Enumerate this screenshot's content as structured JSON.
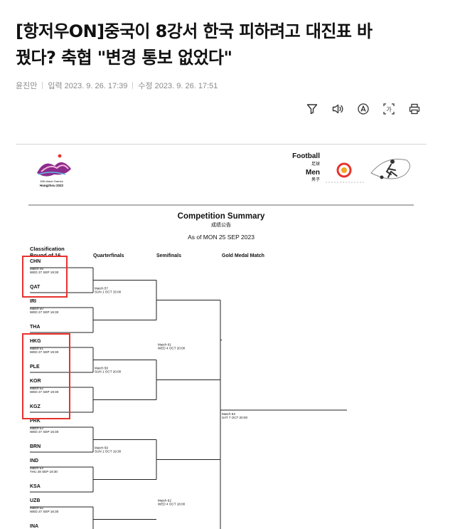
{
  "article": {
    "headline_line1": "[항저우ON]중국이 8강서 한국 피하려고 대진표 바",
    "headline_line2": "꿨다? 축협 \"변경 통보 없었다\"",
    "author": "윤진만",
    "published": "입력 2023. 9. 26. 17:39",
    "modified": "수정 2023. 9. 26. 17:51"
  },
  "toolbar": {
    "icons": [
      "filter-icon",
      "speaker-icon",
      "font-size-icon",
      "translate-icon",
      "print-icon"
    ],
    "translate_glyph": "가"
  },
  "document": {
    "games_logo_line1": "19th Asian Games",
    "games_logo_line2": "Hangzhou 2022",
    "sport": "Football",
    "sport_cn": "足球",
    "gender": "Men",
    "gender_cn": "男子",
    "title": "Competition Summary",
    "title_cn": "成绩公告",
    "as_of": "As of MON 25 SEP 2023",
    "round_headers": {
      "r16_line1": "Classification",
      "r16_line2": "Round of 16",
      "qf": "Quarterfinals",
      "sf": "Semifinals",
      "final": "Gold Medal Match"
    },
    "r16_matches": [
      {
        "top": "CHN",
        "match": "Match 49",
        "time": "WED 27 SEP 19:30",
        "bottom": "QAT"
      },
      {
        "top": "IRI",
        "match": "Match 50",
        "time": "WED 27 SEP 16:30",
        "bottom": "THA"
      },
      {
        "top": "HKG",
        "match": "Match 51",
        "time": "WED 27 SEP 19:30",
        "bottom": "PLE"
      },
      {
        "top": "KOR",
        "match": "Match 52",
        "time": "WED 27 SEP 19:30",
        "bottom": "KGZ"
      },
      {
        "top": "PRK",
        "match": "Match 53",
        "time": "WED 27 SEP 16:30",
        "bottom": "BRN"
      },
      {
        "top": "IND",
        "match": "Match 54",
        "time": "THU 28 SEP 19:30",
        "bottom": "KSA"
      },
      {
        "top": "UZB",
        "match": "Match 55",
        "time": "WED 27 SEP 16:30",
        "bottom": "INA"
      }
    ],
    "qf_matches": [
      {
        "match": "Match 57",
        "time": "SUN 1 OCT 15:00"
      },
      {
        "match": "Match 58",
        "time": "SUN 1 OCT 20:00"
      },
      {
        "match": "Match 59",
        "time": "SUN 1 OCT 19:30"
      }
    ],
    "sf_matches": [
      {
        "match": "Match 61",
        "time": "WED 4 OCT 20:00"
      },
      {
        "match": "Match 62",
        "time": "WED 4 OCT 18:00"
      }
    ],
    "final_match": {
      "match": "Match 63",
      "time": "SAT 7 OCT 20:00"
    },
    "highlight_color": "#e8322d"
  }
}
